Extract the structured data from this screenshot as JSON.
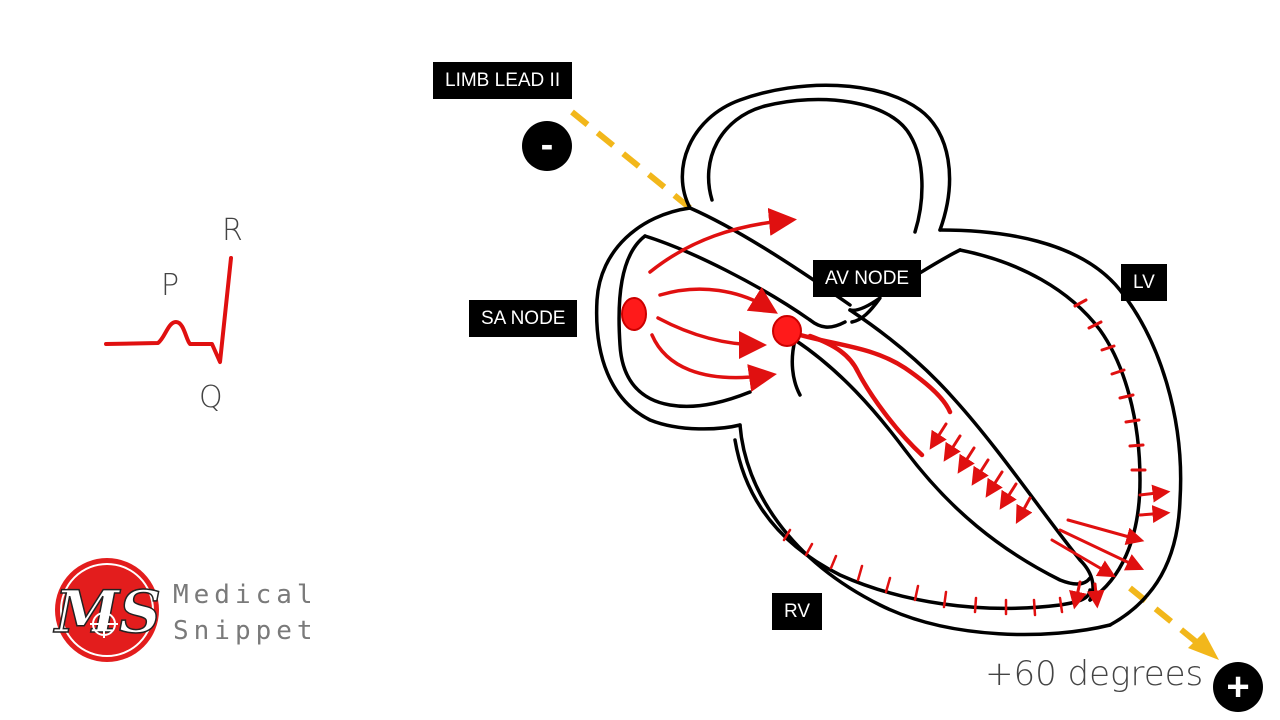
{
  "labels": {
    "lead": "LIMB LEAD II",
    "sa_node": "SA NODE",
    "av_node": "AV NODE",
    "lv": "LV",
    "rv": "RV",
    "degrees": "+60 degrees",
    "negative_sign": "-",
    "positive_sign": "+"
  },
  "ecg_wave": {
    "p": "P",
    "q": "Q",
    "r": "R"
  },
  "branding": {
    "logo_text": "MS",
    "line1": "Medical",
    "line2": "Snippet"
  },
  "colors": {
    "conduction": "#e01010",
    "lead_axis": "#f2b71b",
    "outline": "#000000",
    "label_bg": "#000000",
    "label_text": "#ffffff",
    "logo_red": "#e31d1d"
  }
}
